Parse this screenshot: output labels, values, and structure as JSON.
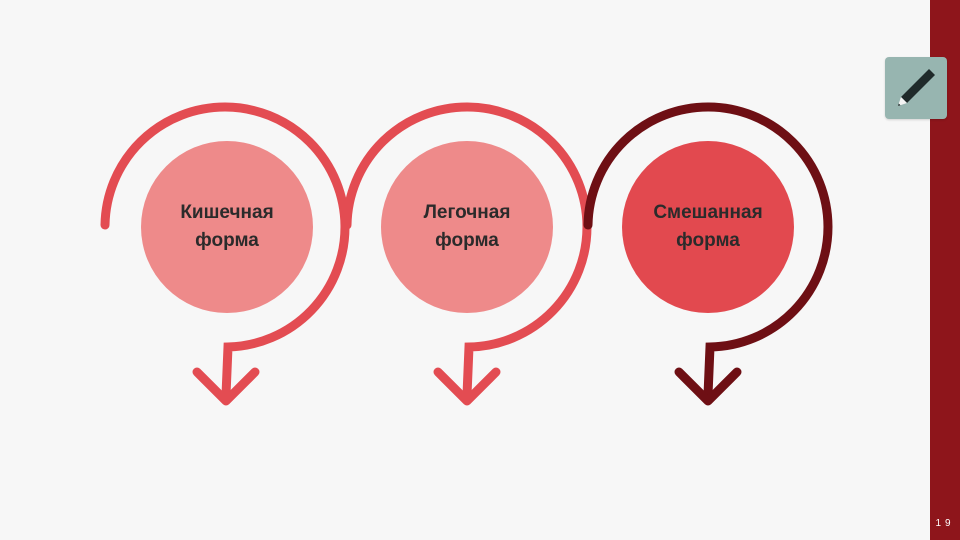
{
  "slide": {
    "number": "19",
    "accent_bar_color": "#8e151b",
    "background_color": "#f7f7f7"
  },
  "toolbar": {
    "pen_tool_icon": "pen-icon",
    "pen_tool_color": "#97b5b0"
  },
  "diagram": {
    "nodes": [
      {
        "line1": "Кишечная",
        "line2": "форма",
        "fill": "#ee8a8a",
        "arrow_color": "#e34c52"
      },
      {
        "line1": "Легочная",
        "line2": "форма",
        "fill": "#ee8a8a",
        "arrow_color": "#e34c52"
      },
      {
        "line1": "Смешанная",
        "line2": "форма",
        "fill": "#e2494f",
        "arrow_color": "#6e0f14"
      }
    ]
  }
}
